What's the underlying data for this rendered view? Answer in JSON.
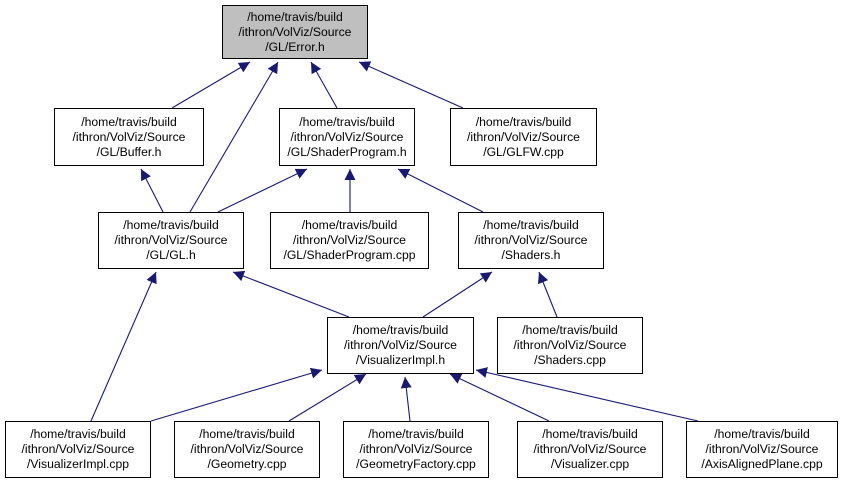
{
  "graph": {
    "colors": {
      "edge": "#191970",
      "node_border": "#000000",
      "node_fill": "#ffffff",
      "highlight_fill": "#bfbfbf"
    },
    "nodes": [
      {
        "id": "error_h",
        "lines": [
          "/home/travis/build",
          "/ithron/VolViz/Source",
          "/GL/Error.h"
        ],
        "highlight": true
      },
      {
        "id": "buffer_h",
        "lines": [
          "/home/travis/build",
          "/ithron/VolViz/Source",
          "/GL/Buffer.h"
        ]
      },
      {
        "id": "shaderprogram_h",
        "lines": [
          "/home/travis/build",
          "/ithron/VolViz/Source",
          "/GL/ShaderProgram.h"
        ]
      },
      {
        "id": "glfw_cpp",
        "lines": [
          "/home/travis/build",
          "/ithron/VolViz/Source",
          "/GL/GLFW.cpp"
        ]
      },
      {
        "id": "gl_h",
        "lines": [
          "/home/travis/build",
          "/ithron/VolViz/Source",
          "/GL/GL.h"
        ]
      },
      {
        "id": "shaderprogram_cpp",
        "lines": [
          "/home/travis/build",
          "/ithron/VolViz/Source",
          "/GL/ShaderProgram.cpp"
        ]
      },
      {
        "id": "shaders_h",
        "lines": [
          "/home/travis/build",
          "/ithron/VolViz/Source",
          "/Shaders.h"
        ]
      },
      {
        "id": "visualizerimpl_h",
        "lines": [
          "/home/travis/build",
          "/ithron/VolViz/Source",
          "/VisualizerImpl.h"
        ]
      },
      {
        "id": "shaders_cpp",
        "lines": [
          "/home/travis/build",
          "/ithron/VolViz/Source",
          "/Shaders.cpp"
        ]
      },
      {
        "id": "visualizerimpl_cpp",
        "lines": [
          "/home/travis/build",
          "/ithron/VolViz/Source",
          "/VisualizerImpl.cpp"
        ]
      },
      {
        "id": "geometry_cpp",
        "lines": [
          "/home/travis/build",
          "/ithron/VolViz/Source",
          "/Geometry.cpp"
        ]
      },
      {
        "id": "geometryfactory_cpp",
        "lines": [
          "/home/travis/build",
          "/ithron/VolViz/Source",
          "/GeometryFactory.cpp"
        ]
      },
      {
        "id": "visualizer_cpp",
        "lines": [
          "/home/travis/build",
          "/ithron/VolViz/Source",
          "/Visualizer.cpp"
        ]
      },
      {
        "id": "axisalignedplane_cpp",
        "lines": [
          "/home/travis/build",
          "/ithron/VolViz/Source",
          "/AxisAlignedPlane.cpp"
        ]
      }
    ],
    "edges": [
      {
        "from": "buffer_h",
        "to": "error_h"
      },
      {
        "from": "gl_h",
        "to": "error_h"
      },
      {
        "from": "shaderprogram_h",
        "to": "error_h"
      },
      {
        "from": "glfw_cpp",
        "to": "error_h"
      },
      {
        "from": "gl_h",
        "to": "buffer_h"
      },
      {
        "from": "gl_h",
        "to": "shaderprogram_h"
      },
      {
        "from": "shaderprogram_cpp",
        "to": "shaderprogram_h"
      },
      {
        "from": "shaders_h",
        "to": "shaderprogram_h"
      },
      {
        "from": "visualizerimpl_cpp",
        "to": "gl_h"
      },
      {
        "from": "visualizerimpl_h",
        "to": "gl_h"
      },
      {
        "from": "visualizerimpl_h",
        "to": "shaders_h"
      },
      {
        "from": "shaders_cpp",
        "to": "shaders_h"
      },
      {
        "from": "visualizerimpl_cpp",
        "to": "visualizerimpl_h"
      },
      {
        "from": "geometry_cpp",
        "to": "visualizerimpl_h"
      },
      {
        "from": "geometryfactory_cpp",
        "to": "visualizerimpl_h"
      },
      {
        "from": "visualizer_cpp",
        "to": "visualizerimpl_h"
      },
      {
        "from": "axisalignedplane_cpp",
        "to": "visualizerimpl_h"
      }
    ]
  }
}
